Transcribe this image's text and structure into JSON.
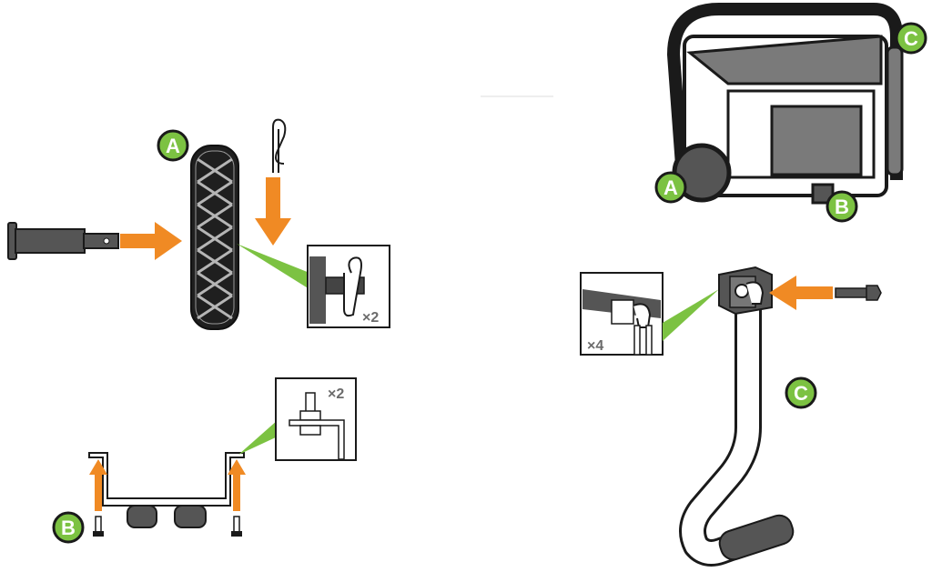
{
  "labels": {
    "wheel_badge": "A",
    "foot_badge": "B",
    "handle_badge": "C",
    "generator_badge_a": "A",
    "generator_badge_b": "B",
    "generator_badge_c": "C"
  },
  "quantities": {
    "wheel_pin_qty": "×2",
    "foot_bolt_qty": "×2",
    "handle_bolt_qty": "×4"
  },
  "colors": {
    "arrow": "#F08A24",
    "callout": "#7CC242",
    "badge": "#7CC242",
    "outline": "#1a1a1a",
    "dark_part": "#555555",
    "mid_part": "#7a7a7a"
  },
  "icons": {
    "arrow": "orange-arrow-icon",
    "badge": "green-circle-badge-icon"
  }
}
